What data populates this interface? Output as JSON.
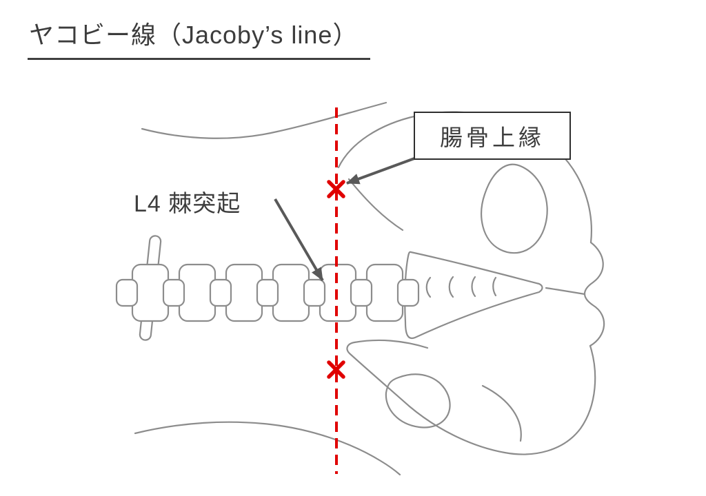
{
  "title": "ヤコビー線（Jacoby’s line）",
  "annotations": {
    "iliac_crest_label": "腸骨上縁",
    "l4_label": "L4 棘突起"
  },
  "jacoby_line": {
    "name": "Jacoby's line",
    "style": "dashed",
    "orientation": "vertical",
    "color": "#e00000"
  },
  "markers": [
    {
      "name": "iliac-crest-intersection",
      "symbol": "✕",
      "color": "#e00000"
    },
    {
      "name": "posterior-midline-point",
      "symbol": "✕",
      "color": "#e00000"
    }
  ],
  "colors": {
    "anatomy_outline": "#8c8c8c",
    "arrow": "#595959",
    "text": "#3d3d3d",
    "label_box_border": "#2e2e2e",
    "background": "#ffffff"
  }
}
